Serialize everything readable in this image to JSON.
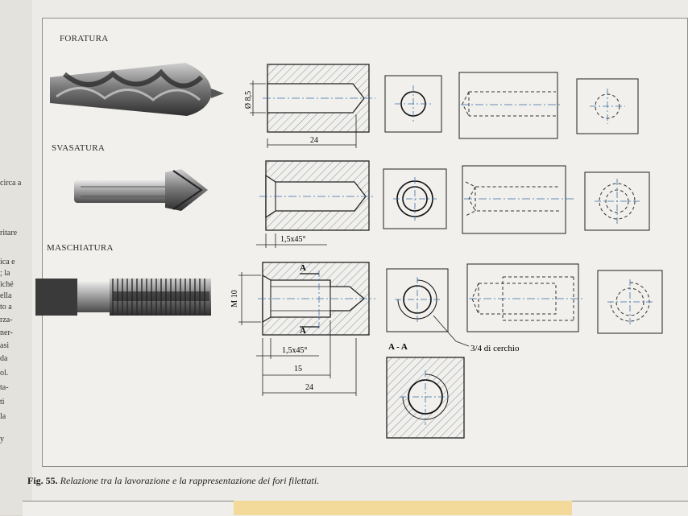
{
  "sections": {
    "drilling": "FORATURA",
    "countersinking": "SVASATURA",
    "tapping": "MASCHIATURA"
  },
  "dimensions": {
    "dia_85": "Ø 8,5",
    "len_24_a": "24",
    "chamfer_a": "1,5x45°",
    "m10": "M 10",
    "chamfer_b": "1,5x45°",
    "len_15": "15",
    "len_24_b": "24",
    "section_mark": "A",
    "section_label": "A - A",
    "three_quarter": "3/4 di cerchio"
  },
  "caption": {
    "number": "Fig. 55.",
    "text": " Relazione tra la lavorazione e la rappresentazione dei fori filettati."
  },
  "margin_fragments": [
    "circa a",
    "ritare",
    "ica e",
    "; la",
    "iché",
    "ella",
    "to a",
    "rza-",
    "ner-",
    "asi",
    "da",
    "ol.",
    "ta-",
    "ti",
    "la",
    "y"
  ]
}
